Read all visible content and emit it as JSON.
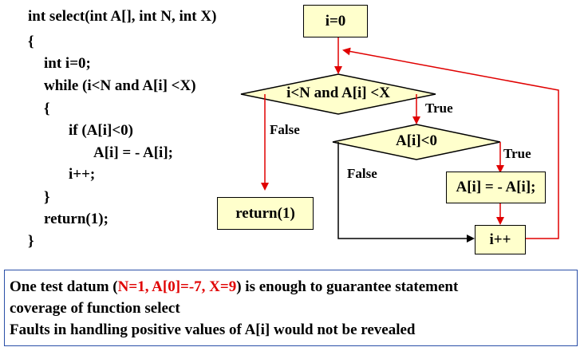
{
  "code": {
    "lines": [
      "int select(int A[], int N, int X)",
      "{",
      "int i=0;",
      "while (i<N and A[i] <X)",
      "{",
      "if (A[i]<0)",
      "A[i] = - A[i];",
      "i++;",
      "}",
      "return(1);",
      "}"
    ]
  },
  "flowchart": {
    "start": "i=0",
    "loop_condition": "i<N and A[i] <X",
    "if_condition": "A[i]<0",
    "negate": "A[i] = - A[i];",
    "increment": "i++",
    "return": "return(1)",
    "true_label_1": "True",
    "false_label_1": "False",
    "true_label_2": "True",
    "false_label_2": "False"
  },
  "note": {
    "line1_pre": "One test datum (",
    "line1_red": "N=1, A[0]=-7, X=9",
    "line1_post": ") is enough to guarantee statement",
    "line2": "coverage of function select",
    "line3": "Faults in handling positive values of A[i] would not be revealed"
  },
  "colors": {
    "box_fill": "#ffffcc",
    "arrow": "#e00000",
    "note_border": "#2a4fa8",
    "highlight": "#e00000"
  }
}
